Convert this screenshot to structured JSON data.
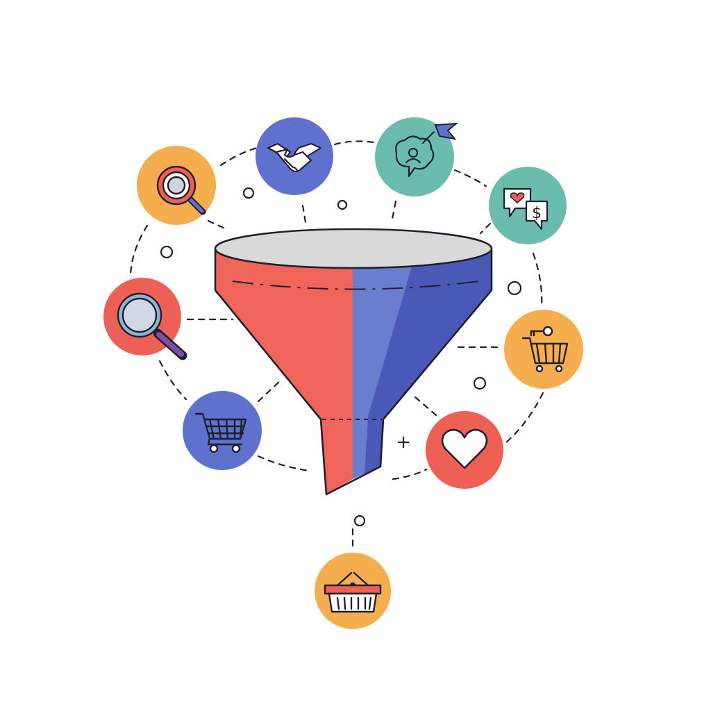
{
  "colors": {
    "outline": "#1f1f2e",
    "background": "#ffffff",
    "funnel_red": "#f0645a",
    "funnel_blue_light": "#6a7ed0",
    "funnel_blue_dark": "#4a58b8",
    "funnel_rim": "#d9d9d9",
    "orange": "#f5ad4e",
    "blue": "#5f71cf",
    "teal": "#6abcac",
    "red": "#ee5f55"
  },
  "nodes": [
    {
      "name": "magnifier-orange",
      "icon": "magnifier-icon",
      "color": "orange"
    },
    {
      "name": "handshake",
      "icon": "handshake-icon",
      "color": "blue"
    },
    {
      "name": "target-chat",
      "icon": "target-chat-icon",
      "color": "teal"
    },
    {
      "name": "love-money-chat",
      "icon": "love-money-chat-icon",
      "color": "teal"
    },
    {
      "name": "magnifier-red",
      "icon": "magnifier-icon",
      "color": "red"
    },
    {
      "name": "cart-orange",
      "icon": "cart-key-icon",
      "color": "orange"
    },
    {
      "name": "cart-blue",
      "icon": "cart-icon",
      "color": "blue"
    },
    {
      "name": "heart",
      "icon": "heart-icon",
      "color": "red"
    },
    {
      "name": "basket",
      "icon": "basket-icon",
      "color": "orange"
    }
  ],
  "icons": {
    "dollar_sign": "$",
    "plus_sign": "+"
  }
}
